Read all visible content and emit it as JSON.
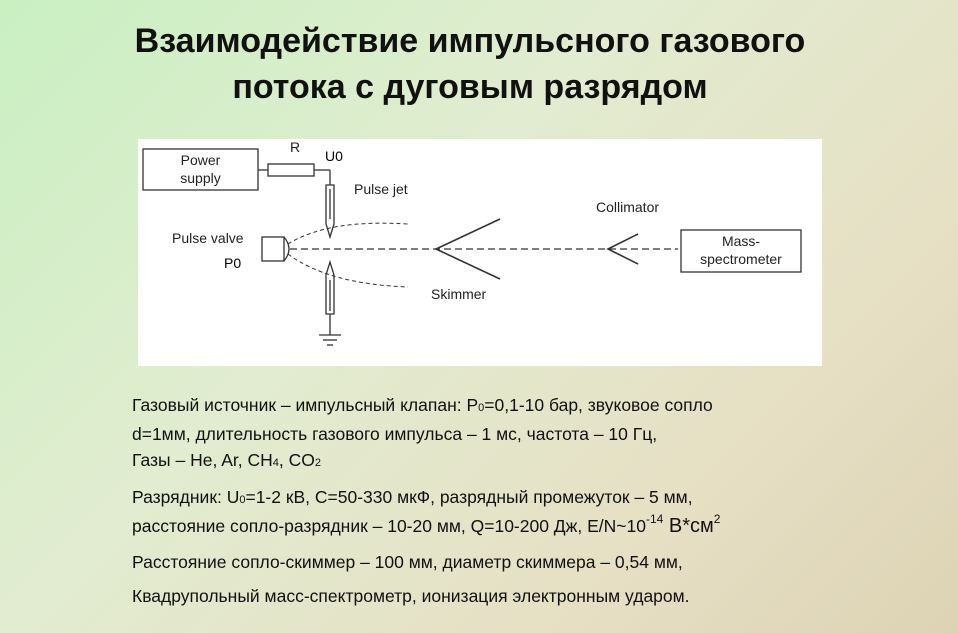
{
  "title": {
    "line1": "Взаимодействие импульсного газового",
    "line2": "потока с дуговым разрядом"
  },
  "diagram": {
    "power_supply_line1": "Power",
    "power_supply_line2": "supply",
    "resistor": "R",
    "u0": "U0",
    "pulse_jet": "Pulse jet",
    "pulse_valve": "Pulse valve",
    "p0": "P0",
    "skimmer": "Skimmer",
    "collimator": "Collimator",
    "mass_spec_line1": "Mass-",
    "mass_spec_line2": "spectrometer"
  },
  "params": {
    "l1a": "Газовый источник – импульсный  клапан:  P",
    "l1sub": "0",
    "l1b": "=0,1-10 бар, звуковое сопло",
    "l2": "d=1мм,  длительность  газового импульса  – 1 мс,  частота – 10 Гц,",
    "l3a": "Газы – He, Ar, CH",
    "l3sub1": "4",
    "l3b": ",  CO",
    "l3sub2": "2",
    "l4a": "Разрядник:  U",
    "l4sub": "0",
    "l4b": "=1-2 кВ, С=50-330 мкФ, разрядный  промежуток  – 5 мм,",
    "l5a": "расстояние  сопло-разрядник  – 10-20 мм,  Q=10-200 Дж,  E/N~10",
    "l5sup": "-14",
    "l5b": " В*см",
    "l5sup2": "2",
    "l6": "Расстояние  сопло-скиммер  – 100 мм,  диаметр  скиммера  – 0,54 мм,",
    "l7": "Квадрупольный  масс-спектрометр,  ионизация  электронным  ударом."
  }
}
